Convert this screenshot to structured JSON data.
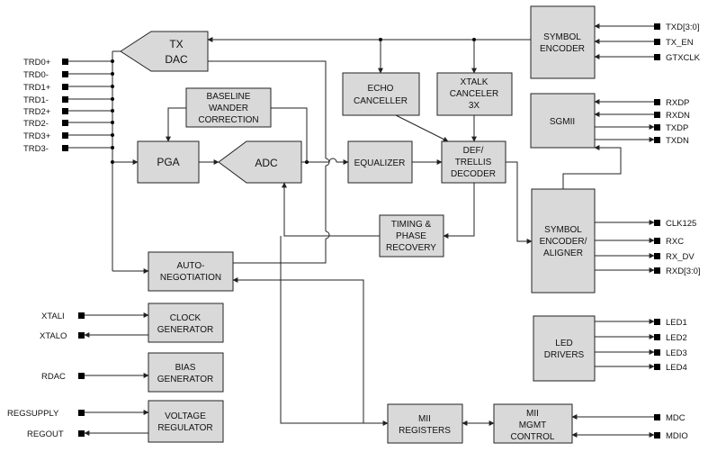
{
  "blocks": {
    "tx_dac": [
      "TX",
      "DAC"
    ],
    "baseline": [
      "BASELINE",
      "WANDER",
      "CORRECTION"
    ],
    "pga": [
      "PGA"
    ],
    "adc": [
      "ADC"
    ],
    "echo": [
      "ECHO",
      "CANCELLER"
    ],
    "xtalk": [
      "XTALK",
      "CANCELER",
      "3X"
    ],
    "equalizer": [
      "EQUALIZER"
    ],
    "def_trellis": [
      "DEF/",
      "TRELLIS",
      "DECODER"
    ],
    "timing": [
      "TIMING &",
      "PHASE",
      "RECOVERY"
    ],
    "auto_neg": [
      "AUTO-",
      "NEGOTIATION"
    ],
    "clock_gen": [
      "CLOCK",
      "GENERATOR"
    ],
    "bias_gen": [
      "BIAS",
      "GENERATOR"
    ],
    "volt_reg": [
      "VOLTAGE",
      "REGULATOR"
    ],
    "mii_regs": [
      "MII",
      "REGISTERS"
    ],
    "mii_mgmt": [
      "MII",
      "MGMT",
      "CONTROL"
    ],
    "sym_enc_top": [
      "SYMBOL",
      "ENCODER"
    ],
    "sgmii": [
      "SGMII"
    ],
    "sym_enc_align": [
      "SYMBOL",
      "ENCODER/",
      "ALIGNER"
    ],
    "led_drivers": [
      "LED",
      "DRIVERS"
    ]
  },
  "pins": {
    "trd": [
      "TRD0+",
      "TRD0-",
      "TRD1+",
      "TRD1-",
      "TRD2+",
      "TRD2-",
      "TRD3+",
      "TRD3-"
    ],
    "xtali": "XTALI",
    "xtalo": "XTALO",
    "rdac": "RDAC",
    "regsupply": "REGSUPPLY",
    "regout": "REGOUT",
    "txd": "TXD[3:0]",
    "tx_en": "TX_EN",
    "gtxclk": "GTXCLK",
    "rxdp": "RXDP",
    "rxdn": "RXDN",
    "txdp": "TXDP",
    "txdn": "TXDN",
    "clk125": "CLK125",
    "rxc": "RXC",
    "rx_dv": "RX_DV",
    "rxd": "RXD[3:0]",
    "led1": "LED1",
    "led2": "LED2",
    "led3": "LED3",
    "led4": "LED4",
    "mdc": "MDC",
    "mdio": "MDIO"
  }
}
